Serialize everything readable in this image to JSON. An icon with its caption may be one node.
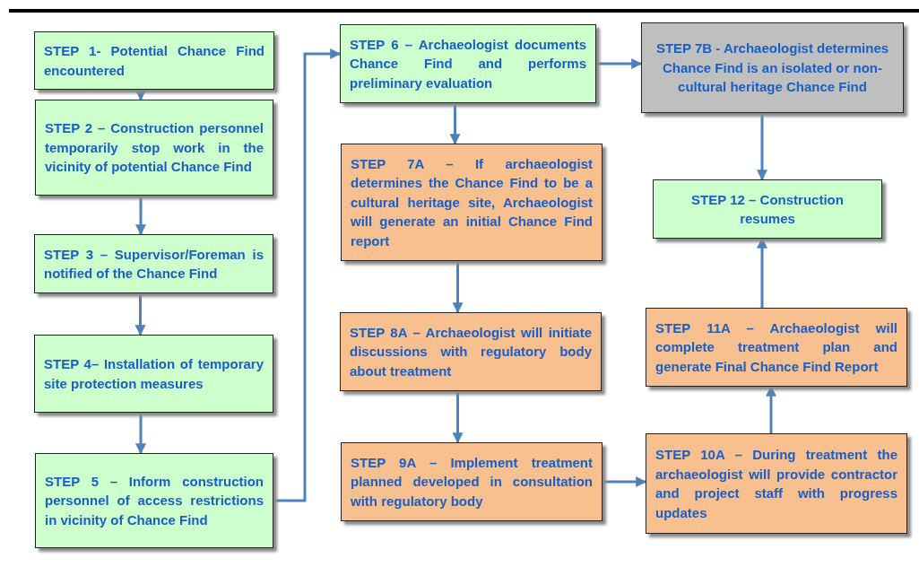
{
  "diagram": {
    "nodes": [
      {
        "text": [
          "STEP 1- Potential Chance Find encountered"
        ]
      },
      {
        "text": [
          "STEP 2 – Construction personnel temporarily stop work in the vicinity of potential Chance Find"
        ]
      },
      {
        "text": [
          "STEP 3 – Supervisor/Foreman is notified of the Chance Find"
        ]
      },
      {
        "text": [
          "STEP 4– Installation of temporary site protection measures"
        ]
      },
      {
        "text": [
          "STEP 5 – Inform construction personnel of access restrictions in vicinity of Chance Find"
        ]
      },
      {
        "text": [
          "STEP 6 – Archaeologist documents Chance Find and performs preliminary evaluation"
        ]
      },
      {
        "text": [
          "STEP 7A – If archaeologist determines the Chance Find to be a cultural heritage site, Archaeologist will generate an initial Chance Find report"
        ]
      },
      {
        "text": [
          "STEP 8A – Archaeologist will initiate discussions with regulatory body about treatment"
        ]
      },
      {
        "text": [
          "STEP 9A – Implement treatment planned developed in consultation with regulatory body"
        ]
      },
      {
        "text": [
          "STEP 7B - Archaeologist determines Chance Find is an isolated or non-cultural heritage Chance Find"
        ]
      },
      {
        "text": [
          "STEP 12 – Construction resumes"
        ]
      },
      {
        "text": [
          "STEP 11A – Archaeologist will complete treatment plan and generate Final Chance Find Report"
        ]
      },
      {
        "text": [
          "STEP 10A – During treatment the archaeologist will provide contractor and project staff with progress updates"
        ]
      }
    ],
    "edges": [
      {
        "from": 0,
        "to": 1,
        "arrow": "to"
      },
      {
        "from": 1,
        "to": 2,
        "arrow": "to"
      },
      {
        "from": 2,
        "to": 3,
        "arrow": "to"
      },
      {
        "from": 3,
        "to": 4,
        "arrow": "to"
      },
      {
        "from": 4,
        "to": 5,
        "arrow": "to"
      },
      {
        "from": 5,
        "to": 9,
        "arrow": "to"
      },
      {
        "from": 5,
        "to": 6,
        "arrow": "to"
      },
      {
        "from": 6,
        "to": 7,
        "arrow": "to"
      },
      {
        "from": 7,
        "to": 8,
        "arrow": "to"
      },
      {
        "from": 8,
        "to": 12,
        "arrow": "to"
      },
      {
        "from": 12,
        "to": 11,
        "arrow": "to"
      },
      {
        "from": 11,
        "to": 10,
        "arrow": "to"
      },
      {
        "from": 9,
        "to": 10,
        "arrow": "to"
      }
    ]
  }
}
